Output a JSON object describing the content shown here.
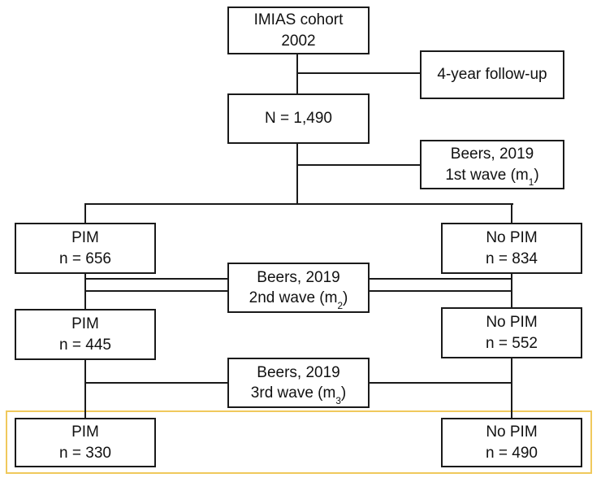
{
  "diagram": {
    "title_semantic": "Study flow chart of PIM classification across three waves",
    "background_color": "#ffffff",
    "line_color": "#1a1a1a",
    "highlight_color": "#f0c95c",
    "nodes": {
      "imias": {
        "line1": "IMIAS cohort",
        "line2": "2002"
      },
      "followup": {
        "line1": "4-year follow-up"
      },
      "n_total": {
        "line1": "N = 1,490"
      },
      "beers_wave1": {
        "line1": "Beers, 2019",
        "line2_pre": "1st wave (m",
        "line2_sub": "1",
        "line2_post": ")"
      },
      "pim_w1": {
        "line1": "PIM",
        "line2": "n = 656"
      },
      "nopim_w1": {
        "line1": "No PIM",
        "line2": "n = 834"
      },
      "beers_wave2": {
        "line1": "Beers, 2019",
        "line2_pre": "2nd wave (m",
        "line2_sub": "2",
        "line2_post": ")"
      },
      "pim_w2": {
        "line1": "PIM",
        "line2": "n = 445"
      },
      "nopim_w2": {
        "line1": "No PIM",
        "line2": "n = 552"
      },
      "beers_wave3": {
        "line1": "Beers, 2019",
        "line2_pre": "3rd wave (m",
        "line2_sub": "3",
        "line2_post": ")"
      },
      "pim_w3": {
        "line1": "PIM",
        "line2": "n = 330"
      },
      "nopim_w3": {
        "line1": "No PIM",
        "line2": "n = 490"
      }
    }
  }
}
